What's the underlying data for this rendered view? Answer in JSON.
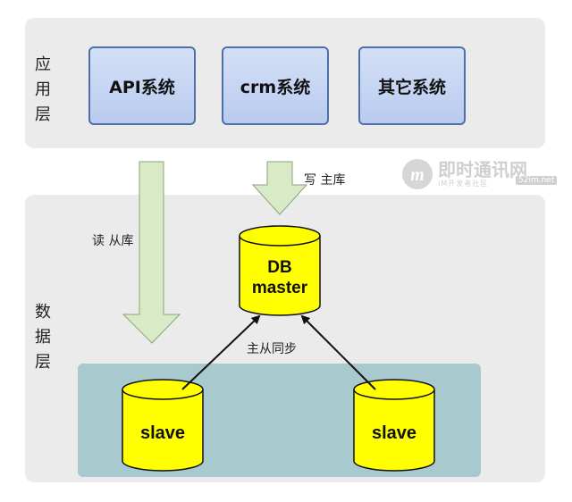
{
  "app_layer": {
    "label": "应用层",
    "systems": [
      {
        "label": "API系统"
      },
      {
        "label": "crm系统"
      },
      {
        "label": "其它系统"
      }
    ]
  },
  "data_layer": {
    "label": "数据层",
    "master": {
      "line1": "DB",
      "line2": "master"
    },
    "slaves": [
      {
        "label": "slave"
      },
      {
        "label": "slave"
      }
    ]
  },
  "edges": {
    "read_label": "读 从库",
    "write_label": "写 主库",
    "sync_label": "主从同步"
  },
  "watermark": {
    "main": "即时通讯网",
    "sub": "IM开发者社区",
    "domain": "52im.net"
  },
  "colors": {
    "panel": "#ebebeb",
    "system_box": "#c5d5f4",
    "cylinder": "#ffff00",
    "slave_zone": "#a8c9cd",
    "arrow_fill": "#d9ebc6"
  }
}
